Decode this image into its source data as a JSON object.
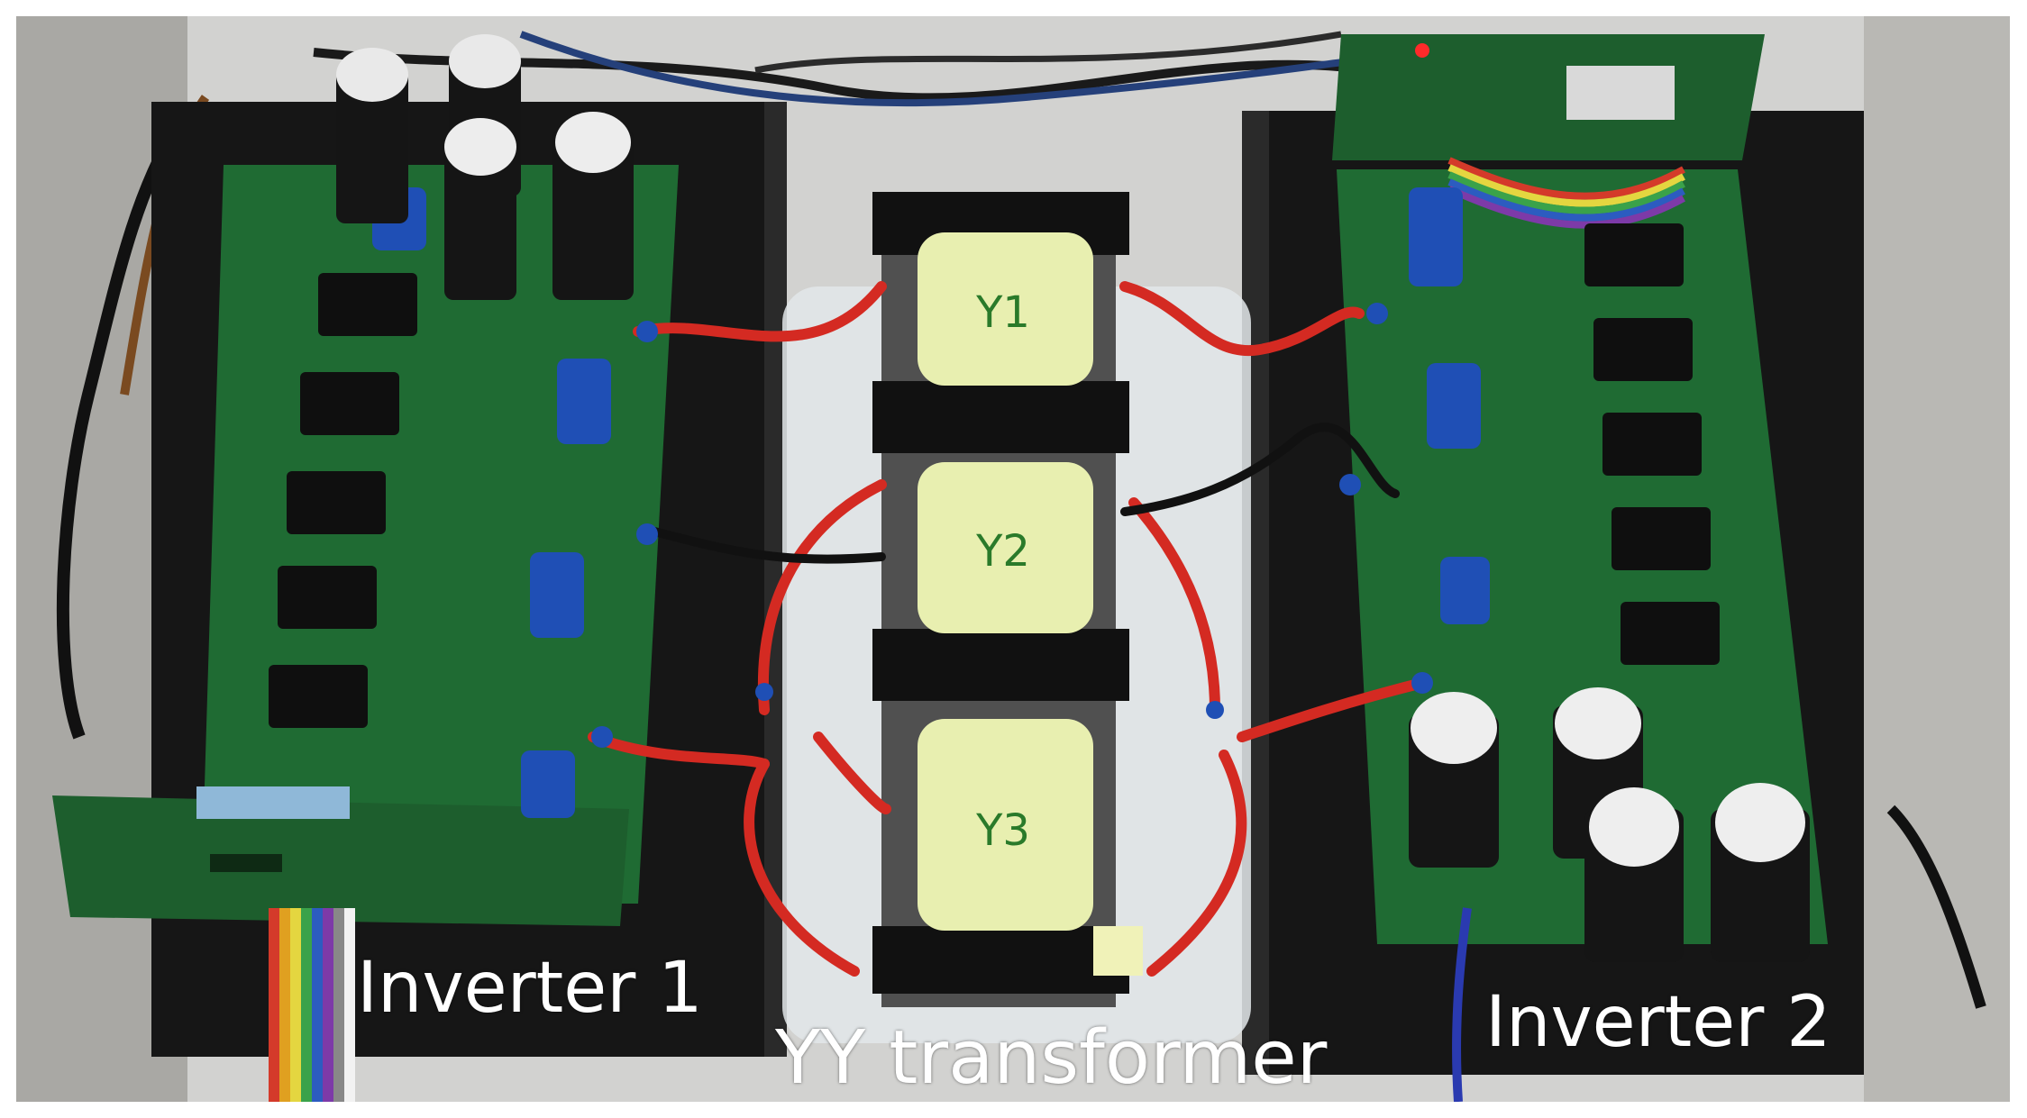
{
  "labels": {
    "inverter_1": "Inverter 1",
    "transformer": "YY transformer",
    "inverter_2": "Inverter 2"
  },
  "coil_markings": [
    "Y1",
    "Y2",
    "Y3"
  ],
  "colors": {
    "pcb_green": "#1f6b33",
    "heatsink_black": "#141414",
    "coil_yellow": "#e8efb0",
    "wire_red": "#d42a22",
    "connector_blue": "#1f4fb5"
  }
}
